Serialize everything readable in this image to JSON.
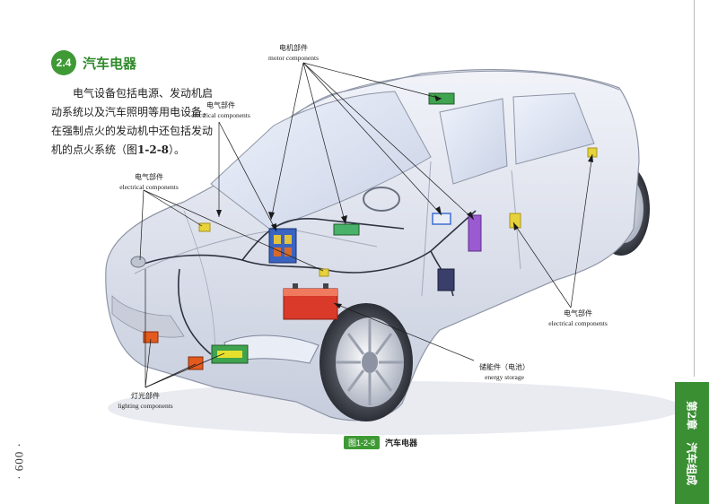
{
  "section": {
    "number": "2.4",
    "title": "汽车电器"
  },
  "body": {
    "text_before": "电气设备包括电源、发动机启动系统以及汽车照明等用电设备，在强制点火的发动机中还包括发动机的点火系统（图",
    "fig_ref": "1-2-8",
    "text_after": "）。"
  },
  "figure": {
    "badge": "图1-2-8",
    "title": "汽车电器"
  },
  "labels": {
    "motor": {
      "cn": "电机部件",
      "en": "motor components"
    },
    "electrical_top": {
      "cn": "电气部件",
      "en": "electrical components"
    },
    "electrical_left": {
      "cn": "电气部件",
      "en": "electrical components"
    },
    "electrical_right": {
      "cn": "电气部件",
      "en": "electrical components"
    },
    "energy": {
      "cn": "储能件（电池）",
      "en": "energy storage"
    },
    "lighting": {
      "cn": "灯光部件",
      "en": "lighting components"
    }
  },
  "page_number": "· 009 ·",
  "chapter": {
    "number": "第2章",
    "title": "汽车组成"
  },
  "colors": {
    "green": "#3f9a35",
    "car_body": "#dfe3ef",
    "battery": "#d93a2a"
  }
}
